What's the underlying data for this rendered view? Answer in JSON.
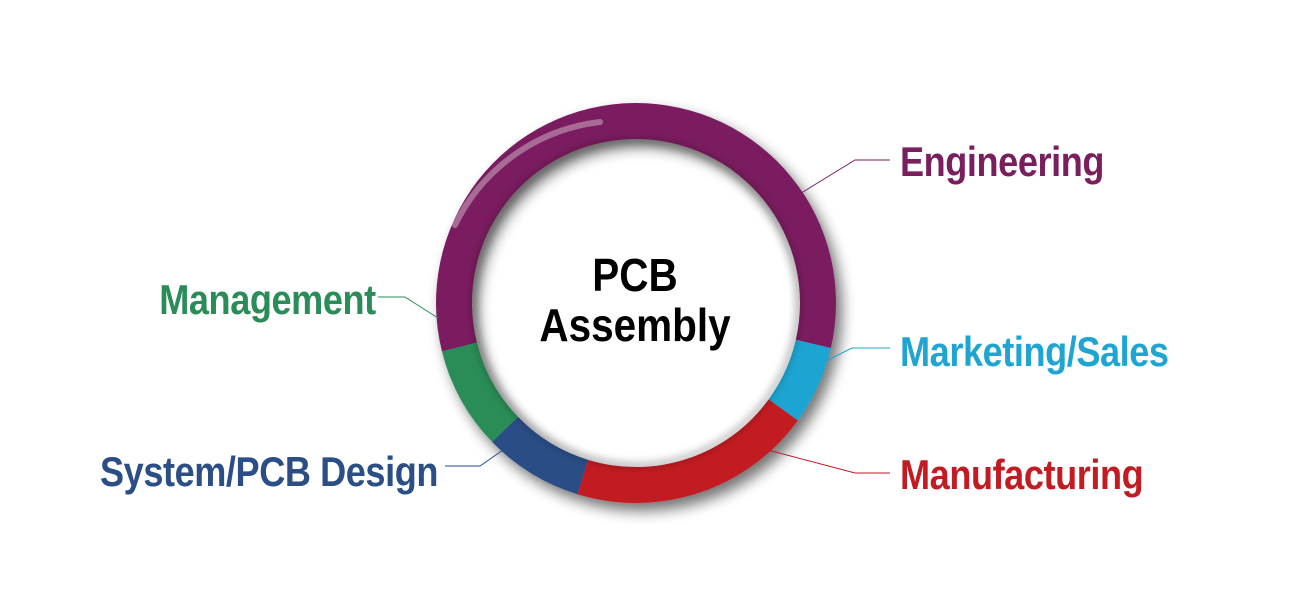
{
  "center": {
    "line1": "PCB",
    "line2": "Assembly"
  },
  "segments": [
    {
      "label": "Engineering",
      "color": "#7a1f5e"
    },
    {
      "label": "Marketing/Sales",
      "color": "#1ea5d2"
    },
    {
      "label": "Manufacturing",
      "color": "#c21b22"
    },
    {
      "label": "System/PCB Design",
      "color": "#2b4e86"
    },
    {
      "label": "Management",
      "color": "#2a8c57"
    }
  ]
}
